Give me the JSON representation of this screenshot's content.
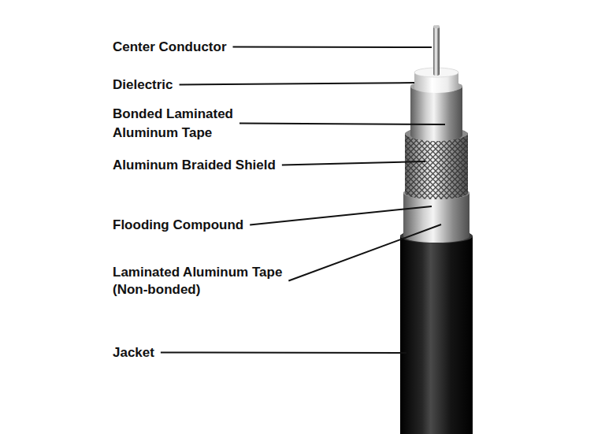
{
  "diagram": {
    "labels": [
      "Center Conductor",
      "Dielectric",
      "Bonded Laminated Aluminum Tape",
      "Aluminum Braided Shield",
      "Flooding Compound",
      "Laminated Aluminum Tape (Non-bonded)",
      "Jacket"
    ]
  }
}
